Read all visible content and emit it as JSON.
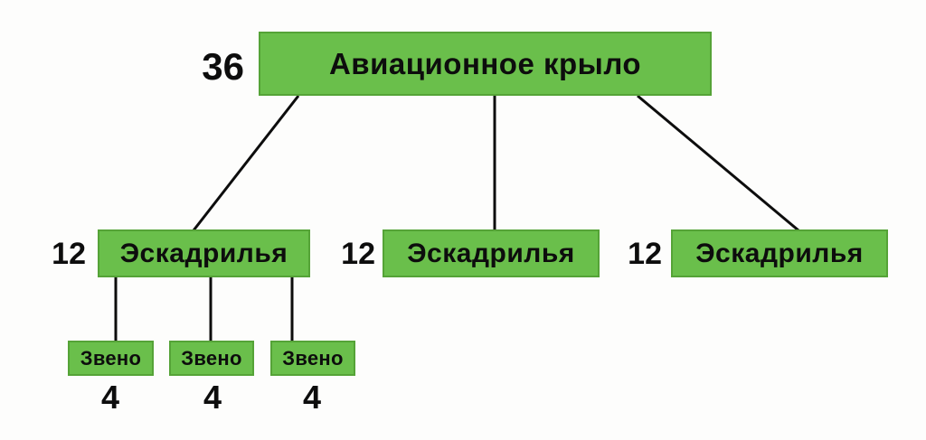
{
  "diagram": {
    "title_hint": "aviation-wing-structure",
    "root": {
      "label": "Авиационное крыло",
      "count": "36"
    },
    "squadrons": [
      {
        "label": "Эскадрилья",
        "count": "12"
      },
      {
        "label": "Эскадрилья",
        "count": "12"
      },
      {
        "label": "Эскадрилья",
        "count": "12"
      }
    ],
    "flights": [
      {
        "label": "Звено",
        "count": "4"
      },
      {
        "label": "Звено",
        "count": "4"
      },
      {
        "label": "Звено",
        "count": "4"
      }
    ],
    "colors": {
      "box_fill": "#6abf4b",
      "box_border": "#55a337",
      "line": "#0d0d0d",
      "text": "#0d0d0d",
      "background": "#fdfdfc"
    }
  }
}
